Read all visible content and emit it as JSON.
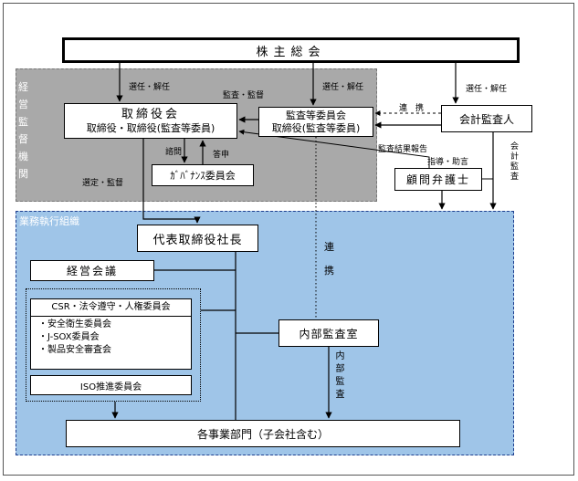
{
  "groups": {
    "management": "経営監督機関",
    "execution": "業務執行組織"
  },
  "nodes": {
    "shareholders": "株主総会",
    "board_title": "取締役会",
    "board_sub": "取締役・取締役(監査等委員)",
    "audit_committee_title": "監査等委員会",
    "audit_committee_sub": "取締役(監査等委員)",
    "accounting_auditor": "会計監査人",
    "governance_committee": "ｶﾞﾊﾞﾅﾝｽ委員会",
    "legal_counsel": "顧問弁護士",
    "president": "代表取締役社長",
    "management_meeting": "経営会議",
    "csr_committee": "CSR・法令遵守・人権委員会",
    "csr_items": [
      "・安全衛生委員会",
      "・J-SOX委員会",
      "・製品安全審査会"
    ],
    "iso_committee": "ISO推進委員会",
    "internal_audit": "内部監査室",
    "divisions": "各事業部門（子会社含む）"
  },
  "edge_labels": {
    "appoint_dismiss_1": "選任・解任",
    "audit_supervise": "監査・監督",
    "appoint_dismiss_2": "選任・解任",
    "appoint_dismiss_3": "選任・解任",
    "cooperation_1": "連　携",
    "audit_result_report": "監査結果報告",
    "guidance_advice": "指導・助言",
    "accounting_audit": "会計監査",
    "inquiry": "諮問",
    "report": "答申",
    "select_supervise": "選定・監督",
    "cooperation_2": "連携",
    "internal_audit_flow": "内部監査"
  }
}
